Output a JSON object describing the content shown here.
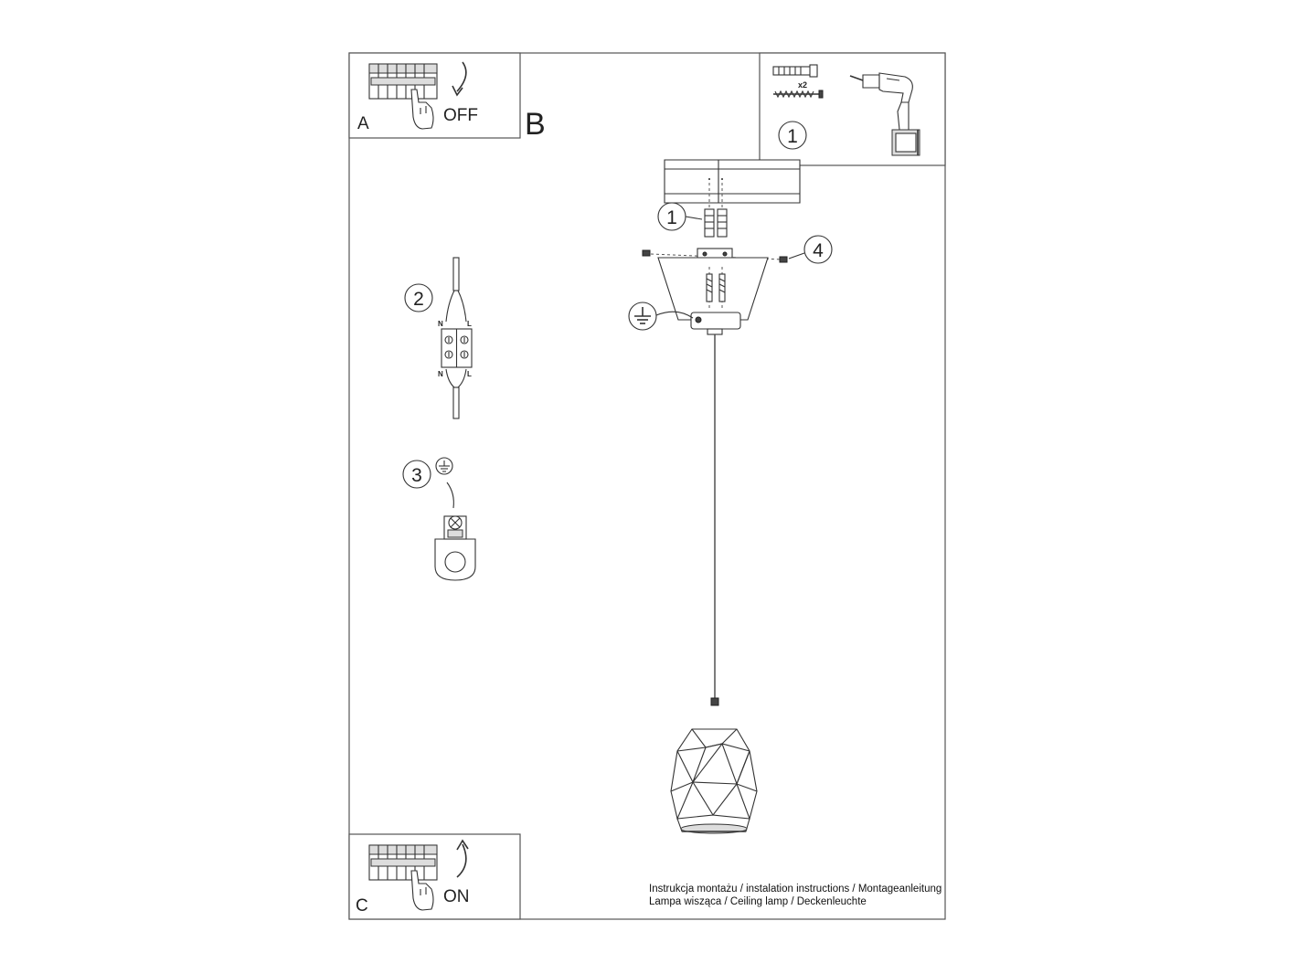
{
  "panels": {
    "a": {
      "letter": "A",
      "action": "OFF"
    },
    "b": {
      "letter": "B"
    },
    "c": {
      "letter": "C",
      "action": "ON"
    }
  },
  "kit": {
    "step": "1",
    "quantity": "x2"
  },
  "steps": {
    "anchors": "1",
    "wiring": "2",
    "earth": "3",
    "side_screws": "4"
  },
  "terminal": {
    "top_n": "N",
    "top_l": "L",
    "bottom_n": "N",
    "bottom_l": "L"
  },
  "footer": {
    "line1": "Instrukcja montażu / instalation instructions / Montageanleitung",
    "line2": "Lampa wisząca / Ceiling lamp / Deckenleuchte"
  }
}
